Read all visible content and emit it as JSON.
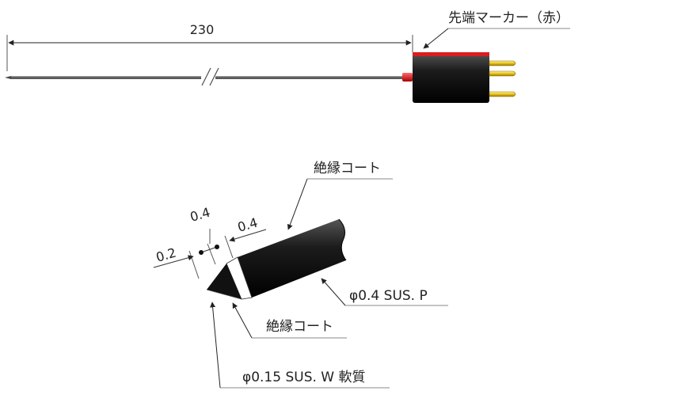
{
  "probe": {
    "length_label": "230",
    "marker_label": "先端マーカー（赤）"
  },
  "tip": {
    "outer_coat_label": "絶縁コート",
    "sheath_label": "φ0.4 SUS. P",
    "inner_coat_label": "絶縁コート",
    "wire_label": "φ0.15 SUS. W 軟質",
    "dim_a": "0.2",
    "dim_b": "0.4",
    "dim_c": "0.4"
  },
  "colors": {
    "marker_red": "#d81e1e",
    "body_black": "#1a1a1a",
    "pin_yellow": "#e8c21a",
    "leader_gray": "#8a8a8a"
  }
}
